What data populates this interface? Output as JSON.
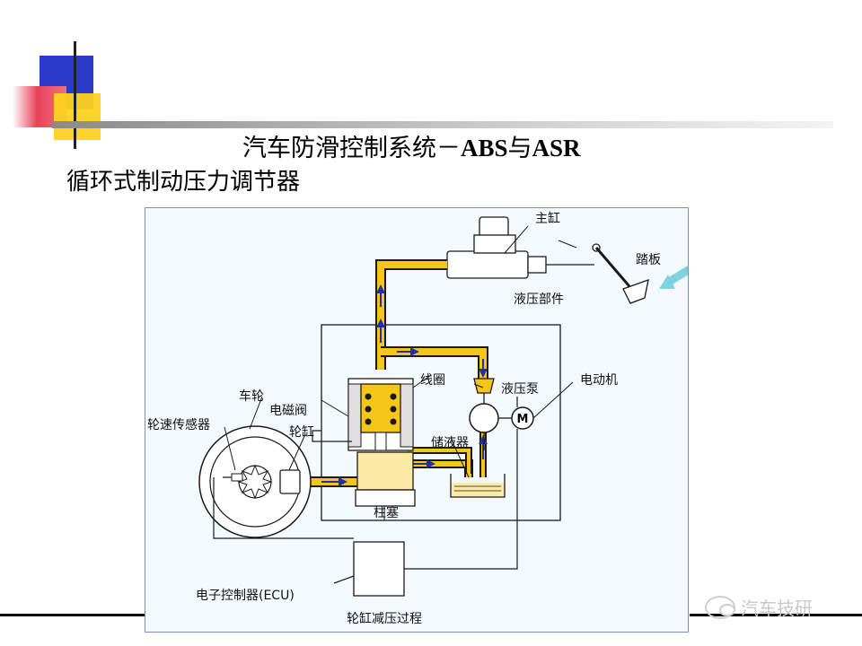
{
  "slide": {
    "title_cn": "汽车防滑控制系统－",
    "title_latin_1": "ABS",
    "title_mid": "与",
    "title_latin_2": "ASR",
    "subtitle": "循环式制动压力调节器"
  },
  "diagram": {
    "labels": {
      "master_cylinder": "主缸",
      "pedal": "踏板",
      "hydraulic_unit": "液压部件",
      "coil": "线圈",
      "pump": "液压泵",
      "motor": "电动机",
      "motor_symbol": "M",
      "reservoir": "储液器",
      "wheel": "车轮",
      "solenoid_valve": "电磁阀",
      "wheel_speed_sensor": "轮速传感器",
      "wheel_cylinder": "轮缸",
      "plunger": "柱塞",
      "ecu": "电子控制器(ECU)",
      "caption": "轮缸减压过程"
    },
    "colors": {
      "fluid": "#f5c518",
      "flow_arrow": "#1f2fa8",
      "pedal_arrow": "#7fd3df",
      "line": "#1a1a1a"
    }
  },
  "watermark": {
    "text": "汽车技研",
    "icon": "wechat-icon"
  }
}
